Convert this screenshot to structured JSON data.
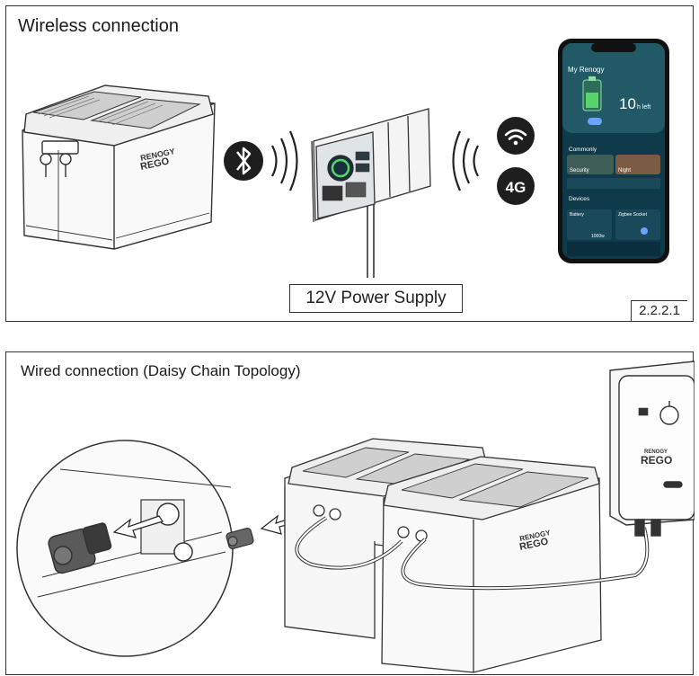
{
  "wireless": {
    "title": "Wireless connection",
    "power_supply_label": "12V Power Supply",
    "figure_number": "2.2.2.1",
    "icons": [
      "bluetooth-icon",
      "wifi-icon",
      "4g-icon"
    ],
    "badge_4g": "4G",
    "phone": {
      "app_title": "My Renogy",
      "hours_value": "10",
      "hours_unit": "h left",
      "commonly_label": "Commonly",
      "security_label": "Security",
      "night_label": "Night",
      "devices_label": "Devices",
      "device_battery": "Battery",
      "device_zigbee": "Zigbee Socket",
      "power_value": "1000w"
    },
    "battery_brand": "RENOGY",
    "battery_model": "REGO"
  },
  "wired": {
    "title": "Wired connection (Daisy Chain Topology)",
    "hub_brand": "RENOGY",
    "hub_model": "REGO",
    "battery_brand": "RENOGY",
    "battery_model": "REGO"
  },
  "colors": {
    "line": "#333333",
    "battery_body": "#f6f6f6",
    "phone_screen": "#0e3a4a",
    "accent_green": "#5bd36b",
    "icon_dark": "#1e1e1e"
  }
}
